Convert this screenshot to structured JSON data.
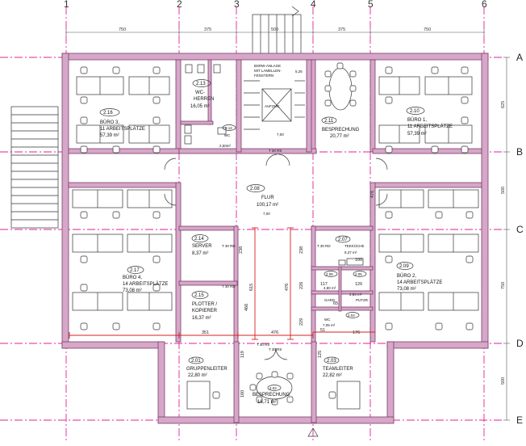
{
  "axes": {
    "columns": [
      "1",
      "2",
      "3",
      "4",
      "5",
      "6"
    ],
    "rows": [
      "A",
      "B",
      "C",
      "D",
      "E"
    ]
  },
  "top_dims": [
    "750",
    "375",
    "500",
    "375",
    "750"
  ],
  "right_dims": [
    "625",
    "500",
    "750",
    "500"
  ],
  "rooms": {
    "r216": {
      "num": "2.16",
      "name": "BÜRO 3,",
      "sub": "11 ARBEITSPLÄTZE",
      "area": "57,39 m²"
    },
    "r213": {
      "num": "2.13",
      "name": "WC-",
      "sub": "HERREN",
      "area": "16,05 m²"
    },
    "r212": {
      "num": "2.12",
      "name": "WC",
      "area": "2,50m²"
    },
    "r211": {
      "num": "2.11",
      "name": "BESPRECHUNG",
      "area": "20,77 m²"
    },
    "r210": {
      "num": "2.10",
      "name": "BÜRO 1,",
      "sub": "11 ARBEITSPLÄTZE",
      "area": "57,39 m²"
    },
    "r208": {
      "num": "2.08",
      "name": "FLUR",
      "area": "100,17 m²"
    },
    "r214": {
      "num": "2.14",
      "name": "SERVER",
      "area": "8,37 m²"
    },
    "r217": {
      "num": "2.17",
      "name": "BÜRO 4,",
      "sub": "14 ARBEITSPLÄTZE",
      "area": "73,08 m²"
    },
    "r215": {
      "num": "2.15",
      "name": "PLOTTER /",
      "sub": "KOPIERER",
      "area": "16,37 m²"
    },
    "r207": {
      "num": "2.07",
      "name": "TEEKÜCHE",
      "area": "8,37 m²"
    },
    "r206": {
      "num": "2.06",
      "area": "4,80 m²"
    },
    "r205": {
      "num": "2.05",
      "area": "2,84 m²",
      "name": "PUTZR."
    },
    "gard": {
      "name": "GARD."
    },
    "r204": {
      "num": "2.04",
      "name": "WC",
      "area": "7,05 m²"
    },
    "r209": {
      "num": "2.09",
      "name": "BÜRO 2,",
      "sub": "14 ARBEITSPLÄTZE",
      "area": "73,08 m²"
    },
    "r201": {
      "num": "2.01",
      "name": "GRUPPENLEITER",
      "area": "22,80 m²"
    },
    "r202": {
      "num": "2.02",
      "name": "BESPRECHUNG",
      "area": "16,71 m²"
    },
    "r203": {
      "num": "2.03",
      "name": "TEAMLEITER",
      "area": "22,82 m²"
    }
  },
  "labels": {
    "aufzug": "AUFZUG",
    "vent1": "BSRW-ANLAGE",
    "vent2": "MIT LAMELLEN-",
    "vent3": "FENSTERN",
    "lvl_525": "5,25",
    "lvl_700a": "7,00",
    "lvl_700b": "7,00",
    "t30rs_top": "T 30 RS",
    "t30rs_mid": "T 30 RS",
    "t30rs_2": "T 30 RS",
    "t30rd_1": "T 30 RD",
    "t30rd_2": "T 30 RD",
    "t30rd_3": "T 30 RD",
    "d351": "351",
    "d476a": "476",
    "d476b": "476",
    "d476v": "476",
    "d615": "615",
    "d466": "466",
    "d238a": "238",
    "d238b": "238",
    "d226": "226",
    "d229": "229",
    "d176": "176",
    "d126": "126",
    "d119": "119",
    "d160": "160",
    "d125": "125",
    "d65": "65",
    "d51": "51",
    "d117": "117",
    "d100": "100"
  }
}
